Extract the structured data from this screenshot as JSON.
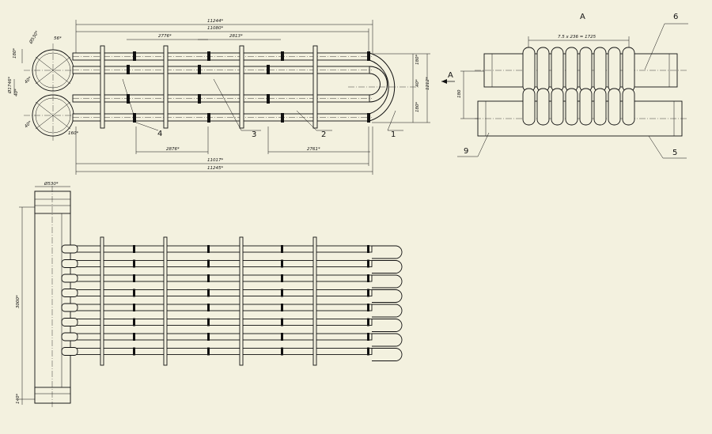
{
  "drawing": {
    "view_label": "A",
    "arrow_label": "A",
    "leaders": [
      "1",
      "2",
      "3",
      "4",
      "5",
      "6",
      "9"
    ]
  },
  "dimensions": {
    "d11244": "11244*",
    "d11080": "11080*",
    "d11017": "11017*",
    "d11245": "11245*",
    "d2776": "2776*",
    "d2813": "2813*",
    "d2876": "2876*",
    "d2761": "2761*",
    "d56": "56*",
    "d530": "Ø530*",
    "d180": "180*",
    "d40a": "40*",
    "d40b": "40*",
    "d40c": "40*",
    "d40d": "40*",
    "d40e": "40*",
    "d1746": "Ø1746*",
    "d180b": "180*",
    "d160": "160*",
    "d1212": "1212*",
    "d180c": "180*",
    "d180d": "180*",
    "pitch": "7.5 x 236 = 1725",
    "side180": "180",
    "d530b": "Ø530*",
    "d3000": "3000*",
    "d140": "140*"
  }
}
